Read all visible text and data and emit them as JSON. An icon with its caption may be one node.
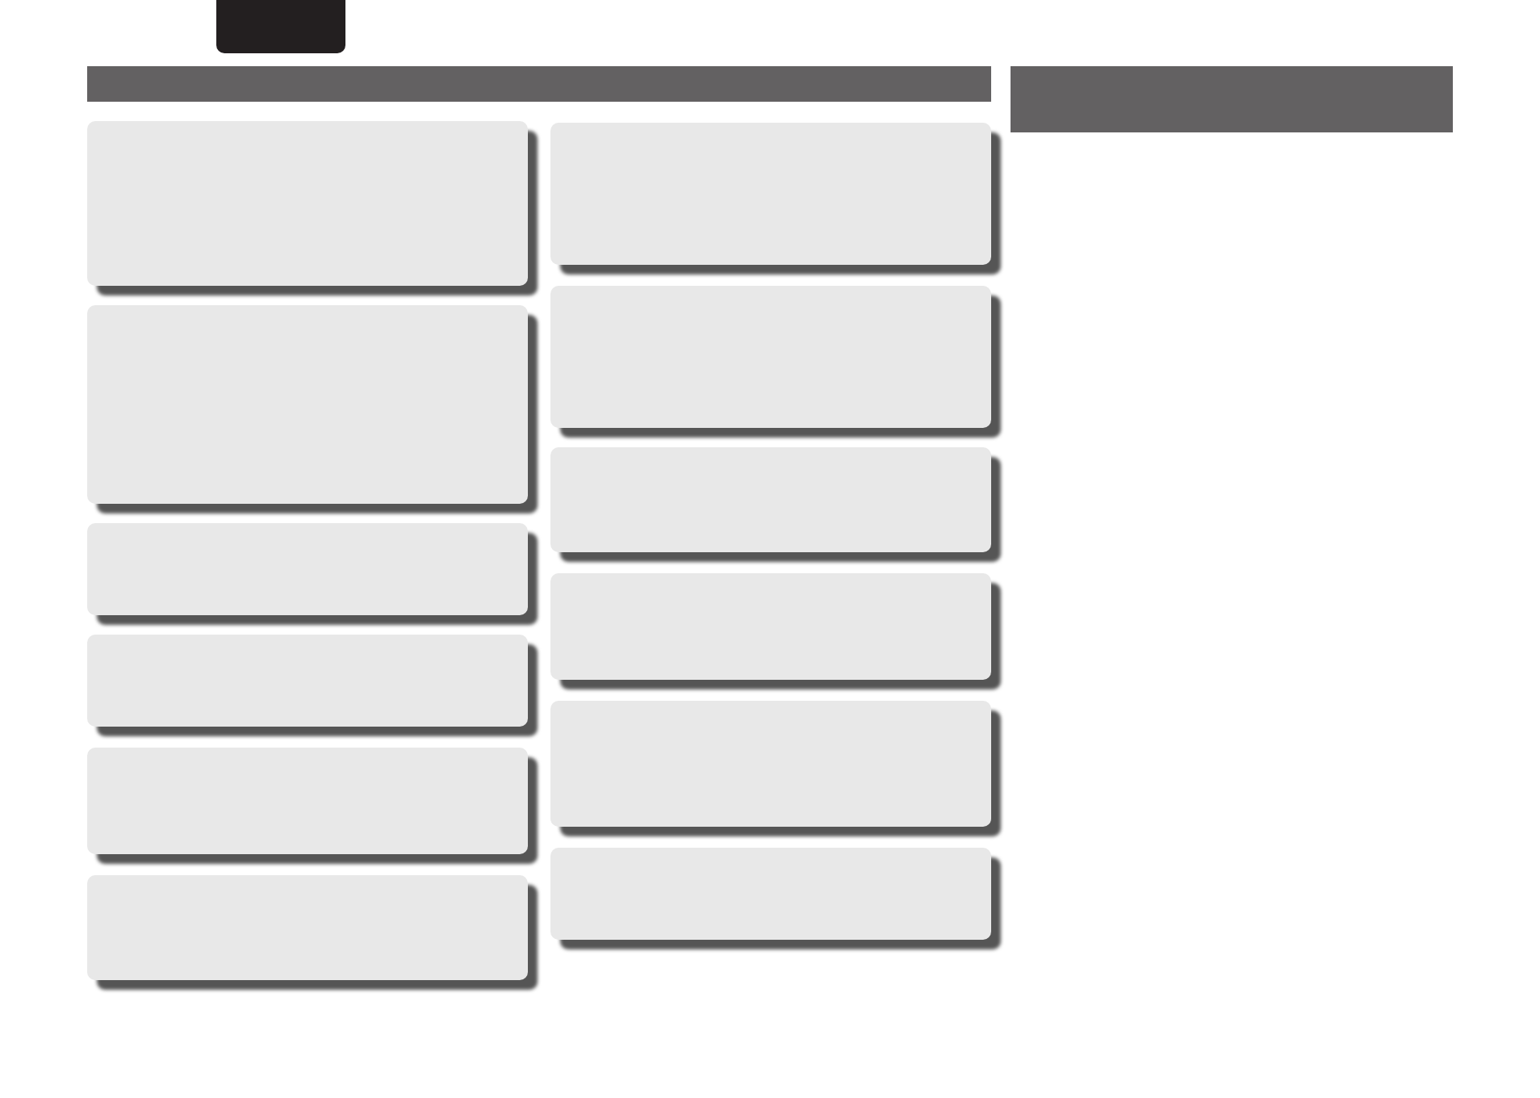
{
  "diagram": {
    "nodes": [
      {
        "text": [],
        "shape": "box"
      },
      {
        "text": [],
        "shape": "bar"
      },
      {
        "text": [],
        "shape": "box"
      },
      {
        "text": [],
        "shape": "box"
      },
      {
        "text": [],
        "shape": "box"
      },
      {
        "text": [],
        "shape": "box"
      },
      {
        "text": [],
        "shape": "box"
      },
      {
        "text": [],
        "shape": "box"
      },
      {
        "text": [],
        "shape": "box"
      },
      {
        "text": [],
        "shape": "box"
      },
      {
        "text": [],
        "shape": "box"
      },
      {
        "text": [],
        "shape": "box"
      },
      {
        "text": [],
        "shape": "box"
      },
      {
        "text": [],
        "shape": "box"
      },
      {
        "text": [],
        "shape": "bar"
      }
    ]
  }
}
